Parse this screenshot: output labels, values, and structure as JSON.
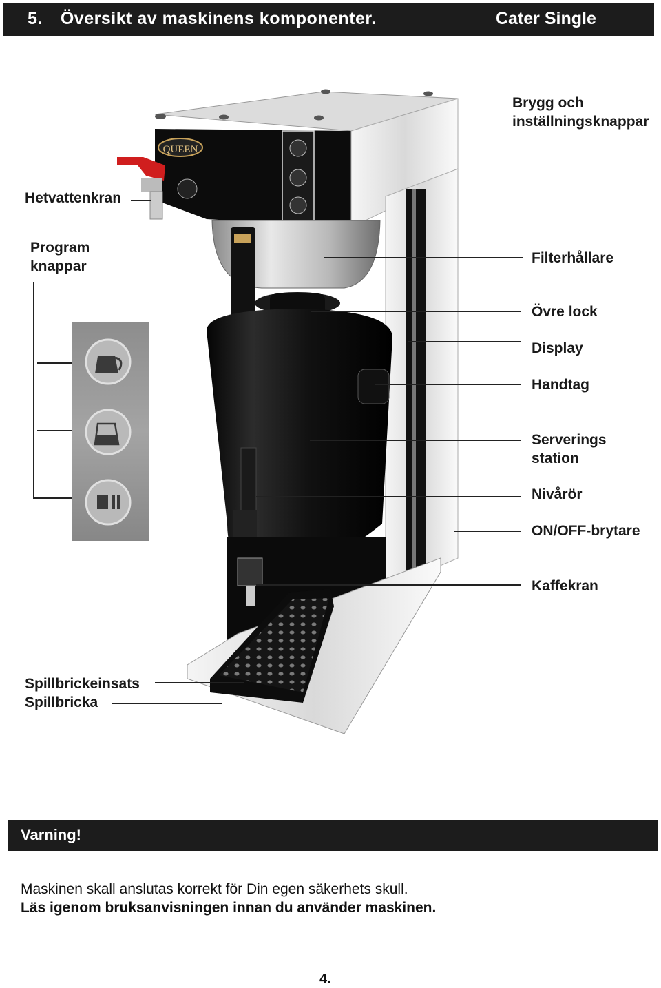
{
  "header": {
    "section_number": "5.",
    "title": "Översikt av maskinens komponenter.",
    "model": "Cater Single"
  },
  "labels": {
    "brew_buttons_1": "Brygg och",
    "brew_buttons_2": "inställningsknappar",
    "hot_water_tap": "Hetvattenkran",
    "program_buttons_1": "Program",
    "program_buttons_2": "knappar",
    "filter_holder": "Filterhållare",
    "upper_lid": "Övre lock",
    "display": "Display",
    "handle": "Handtag",
    "serving_station_1": "Serverings",
    "serving_station_2": "station",
    "level_tube": "Nivårör",
    "on_off_switch": "ON/OFF-brytare",
    "coffee_tap": "Kaffekran",
    "drip_tray_insert": "Spillbrickeinsats",
    "drip_tray": "Spillbricka"
  },
  "brand_logo": "QUEEN",
  "icons": [
    "carafe-full-icon",
    "carafe-half-icon",
    "stop-pause-icon"
  ],
  "warning": {
    "heading": "Varning!",
    "line1": "Maskinen skall anslutas korrekt  för Din egen säkerhets skull.",
    "line2": "Läs igenom bruksanvisningen innan du använder maskinen."
  },
  "page_number": "4."
}
